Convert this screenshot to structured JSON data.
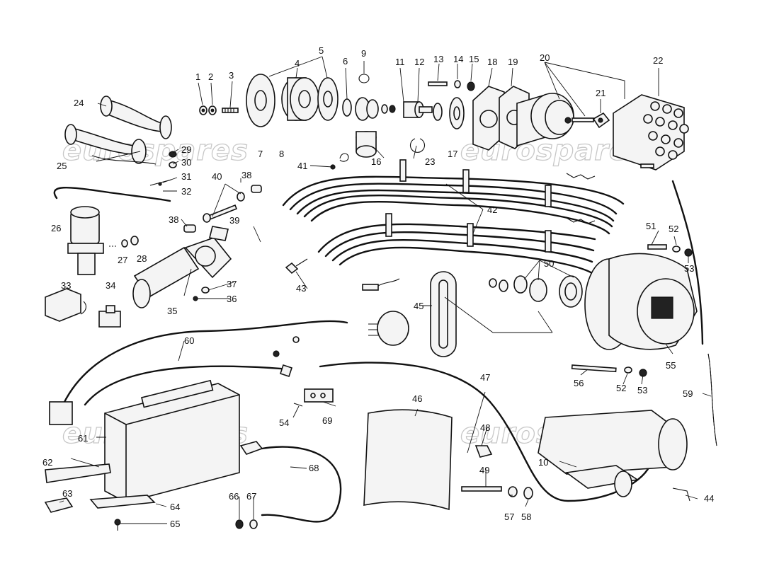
{
  "watermark": {
    "text": "eurospares"
  },
  "callouts": [
    {
      "id": "1"
    },
    {
      "id": "2"
    },
    {
      "id": "3"
    },
    {
      "id": "4"
    },
    {
      "id": "5"
    },
    {
      "id": "6"
    },
    {
      "id": "7"
    },
    {
      "id": "8"
    },
    {
      "id": "9"
    },
    {
      "id": "10"
    },
    {
      "id": "11"
    },
    {
      "id": "12"
    },
    {
      "id": "13"
    },
    {
      "id": "14"
    },
    {
      "id": "15"
    },
    {
      "id": "16"
    },
    {
      "id": "17"
    },
    {
      "id": "18"
    },
    {
      "id": "19"
    },
    {
      "id": "20"
    },
    {
      "id": "21"
    },
    {
      "id": "22"
    },
    {
      "id": "23"
    },
    {
      "id": "24"
    },
    {
      "id": "25"
    },
    {
      "id": "26"
    },
    {
      "id": "27"
    },
    {
      "id": "28"
    },
    {
      "id": "29"
    },
    {
      "id": "30"
    },
    {
      "id": "31"
    },
    {
      "id": "32"
    },
    {
      "id": "33"
    },
    {
      "id": "34"
    },
    {
      "id": "35"
    },
    {
      "id": "36"
    },
    {
      "id": "37"
    },
    {
      "id": "38"
    },
    {
      "id": "38"
    },
    {
      "id": "39"
    },
    {
      "id": "40"
    },
    {
      "id": "41"
    },
    {
      "id": "42"
    },
    {
      "id": "43"
    },
    {
      "id": "44"
    },
    {
      "id": "45"
    },
    {
      "id": "46"
    },
    {
      "id": "47"
    },
    {
      "id": "48"
    },
    {
      "id": "49"
    },
    {
      "id": "50"
    },
    {
      "id": "51"
    },
    {
      "id": "52"
    },
    {
      "id": "52"
    },
    {
      "id": "53"
    },
    {
      "id": "53"
    },
    {
      "id": "54"
    },
    {
      "id": "55"
    },
    {
      "id": "56"
    },
    {
      "id": "57"
    },
    {
      "id": "58"
    },
    {
      "id": "59"
    },
    {
      "id": "60"
    },
    {
      "id": "61"
    },
    {
      "id": "62"
    },
    {
      "id": "63"
    },
    {
      "id": "64"
    },
    {
      "id": "65"
    },
    {
      "id": "66"
    },
    {
      "id": "67"
    },
    {
      "id": "68"
    },
    {
      "id": "69"
    }
  ]
}
